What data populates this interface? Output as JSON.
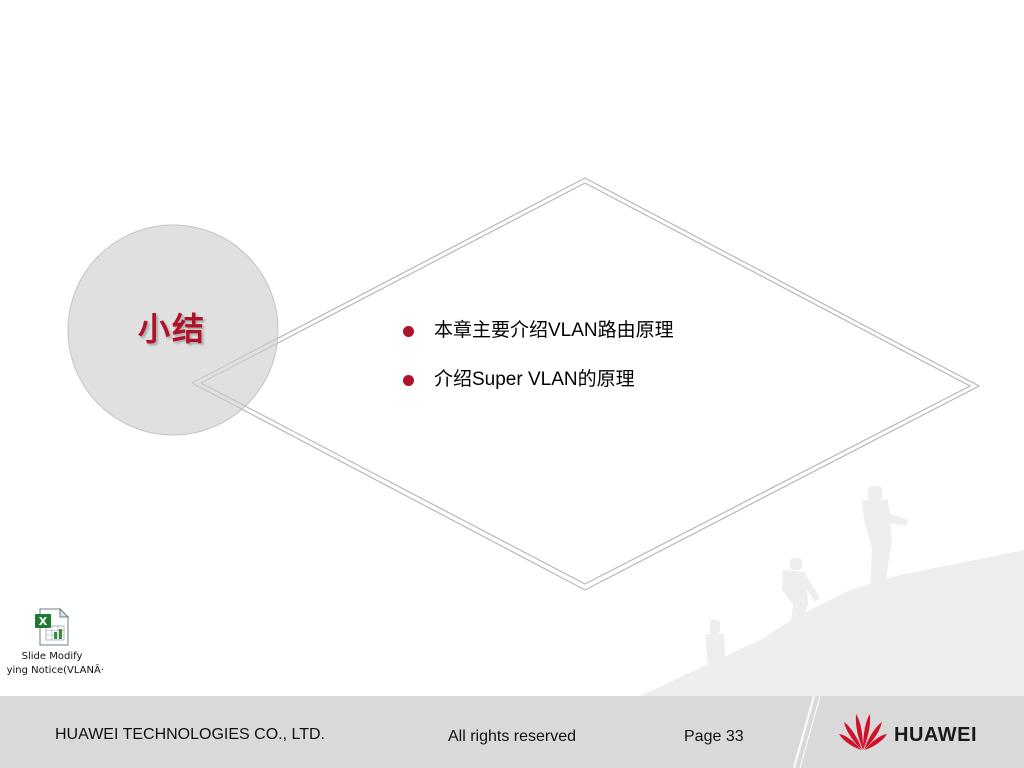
{
  "slide": {
    "title": "小结",
    "bullets": [
      {
        "label": "本章主要介绍VLAN路由原理"
      },
      {
        "label": "介绍Super VLAN的原理"
      }
    ],
    "embedded_object": {
      "icon": "excel-file-icon",
      "caption_line1": "Slide Modify",
      "caption_line2": "ying Notice(VLANÂ·"
    }
  },
  "footer": {
    "company": "HUAWEI TECHNOLOGIES CO., LTD.",
    "rights": "All rights reserved",
    "page": "Page 33",
    "logo_text": "HUAWEI"
  },
  "colors": {
    "accent_red": "#b0122a",
    "footer_bg": "#d9d9d9",
    "circle_fill": "#e0e0e0"
  }
}
